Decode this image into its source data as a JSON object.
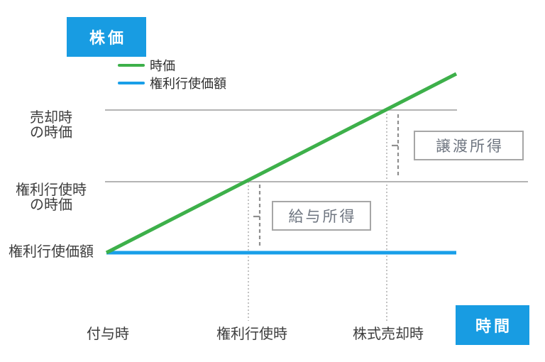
{
  "axis_titles": {
    "y": "株価",
    "x": "時間"
  },
  "colors": {
    "accent_blue": "#189ce2",
    "line_green": "#3db04a",
    "line_blue": "#199fe8",
    "gridline": "#b4b4b4",
    "bracket": "#8f8f8f"
  },
  "legend": {
    "market_price_label": "時価",
    "strike_price_label": "権利行使価額"
  },
  "y_ticks": {
    "sale_price": "売却時\nの時価",
    "exercise_time_price": "権利行使時\nの時価",
    "strike_price": "権利行使価額"
  },
  "x_ticks": {
    "grant": "付与時",
    "exercise": "権利行使時",
    "sale": "株式売却時"
  },
  "annotations": {
    "salary_income": "給与所得",
    "capital_gain": "譲渡所得"
  },
  "chart_data": {
    "type": "line",
    "title": "",
    "xlabel": "時間",
    "ylabel": "株価",
    "x_tick_labels": [
      "付与時",
      "権利行使時",
      "株式売却時"
    ],
    "y_tick_labels": [
      "権利行使価額",
      "権利行使時の時価",
      "売却時の時価"
    ],
    "grid": "two horizontal reference lines at 売却時の時価 and 権利行使時の時価; vertical dotted lines at 権利行使時 and 株式売却時",
    "legend_position": "top-left",
    "series": [
      {
        "name": "時価",
        "color": "#3db04a",
        "shape": "straight rising line",
        "x": [
          "付与時",
          "権利行使時",
          "株式売却時"
        ],
        "y": [
          "権利行使価額",
          "権利行使時の時価",
          "売却時の時価"
        ]
      },
      {
        "name": "権利行使価額",
        "color": "#199fe8",
        "shape": "horizontal line",
        "x": [
          "付与時",
          "株式売却時"
        ],
        "y": [
          "権利行使価額",
          "権利行使価額"
        ]
      }
    ],
    "annotations": [
      {
        "label": "給与所得",
        "span": "from 権利行使価額 up to 権利行使時の時価 at 権利行使時 (dashed bracket)"
      },
      {
        "label": "譲渡所得",
        "span": "from 権利行使時の時価 up to 売却時の時価 at 株式売却時 (dashed bracket)"
      }
    ]
  }
}
